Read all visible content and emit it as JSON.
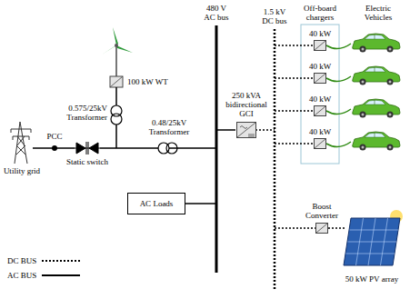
{
  "diagram": {
    "nodes": [
      {
        "text": [
          "AC Loads"
        ]
      },
      {
        "text": [
          "250 kVA bidirectional GCI"
        ]
      },
      {
        "text": [
          "Off-board chargers"
        ]
      },
      {
        "text": [
          "40 kW"
        ],
        "in": 2
      },
      {
        "text": [
          "40 kW"
        ],
        "in": 2
      },
      {
        "text": [
          "40 kW"
        ],
        "in": 2
      },
      {
        "text": [
          "40 kW"
        ],
        "in": 2
      },
      {
        "text": [
          "Boost Converter"
        ]
      }
    ],
    "labels": [
      "480 V AC bus",
      "1.5 kV DC bus",
      "Electric Vehicles",
      "100 kW WT",
      "0.575/25kV Transformer",
      "0.48/25kV Transformer",
      "PCC",
      "Static switch",
      "Utility grid",
      "50 kW PV array"
    ],
    "legend": [
      {
        "text": "DC BUS"
      },
      {
        "text": "AC BUS"
      }
    ]
  }
}
